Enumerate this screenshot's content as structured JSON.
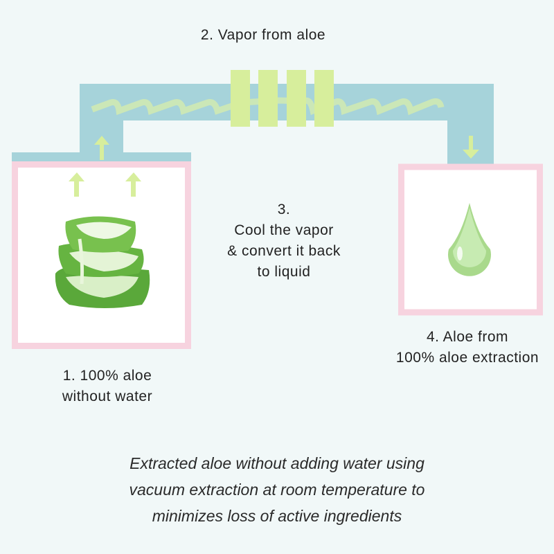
{
  "steps": {
    "step1": [
      "1. 100% aloe",
      "without water"
    ],
    "step2": "2. Vapor from aloe",
    "step3": [
      "3.",
      "Cool the vapor",
      "& convert it back",
      "to liquid"
    ],
    "step4": [
      "4. Aloe from",
      "100% aloe extraction"
    ]
  },
  "caption": [
    "Extracted aloe without adding water using",
    "vacuum extraction at room temperature to",
    "minimizes loss of active ingredients"
  ],
  "colors": {
    "background": "#f1f8f8",
    "pipe": "#a6d3da",
    "condenser": "#d7ee9c",
    "frame": "#f7d3df",
    "vapor": "#cfe9b2"
  }
}
